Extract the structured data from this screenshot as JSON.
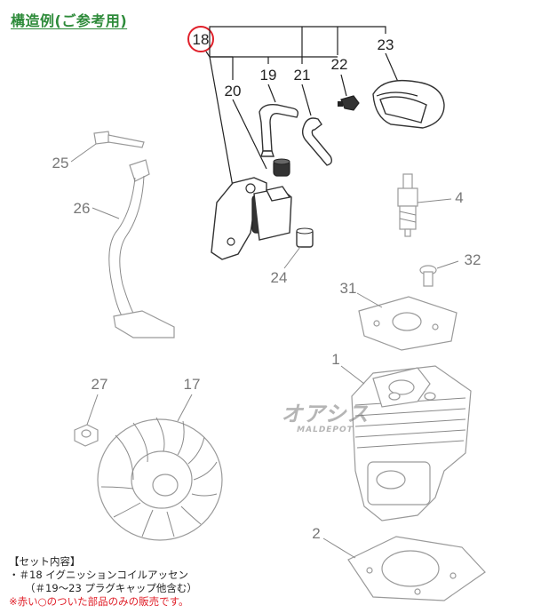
{
  "title": "構造例(ご参考用)",
  "callouts": {
    "p18": "18",
    "p19": "19",
    "p20": "20",
    "p21": "21",
    "p22": "22",
    "p23": "23",
    "p25": "25",
    "p26": "26",
    "p4": "4",
    "p32": "32",
    "p24": "24",
    "p31": "31",
    "p1": "1",
    "p27": "27",
    "p17": "17",
    "p2": "2"
  },
  "set_info": {
    "heading": "【セット内容】",
    "line1": "・＃18 イグニッションコイルアッセン",
    "line2": "（＃19～23 プラグキャップ他含む）",
    "note": "※赤い○のついた部品のみの販売です。"
  },
  "watermark": {
    "main": "オアシス",
    "sub": "MALDEPOT"
  },
  "colors": {
    "title": "#2e8b3a",
    "highlight_circle": "#e0202a",
    "note": "#e0202a"
  }
}
